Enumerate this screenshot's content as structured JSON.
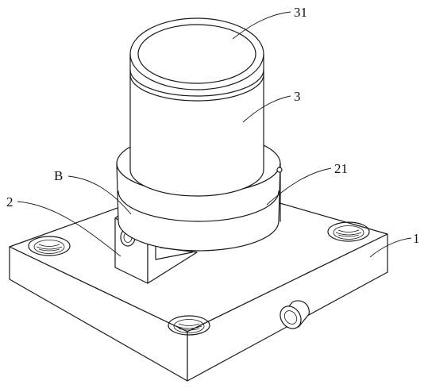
{
  "labels": {
    "cap": "31",
    "cylinder": "3",
    "collar": "21",
    "detail": "B",
    "clamp": "2",
    "base": "1"
  }
}
